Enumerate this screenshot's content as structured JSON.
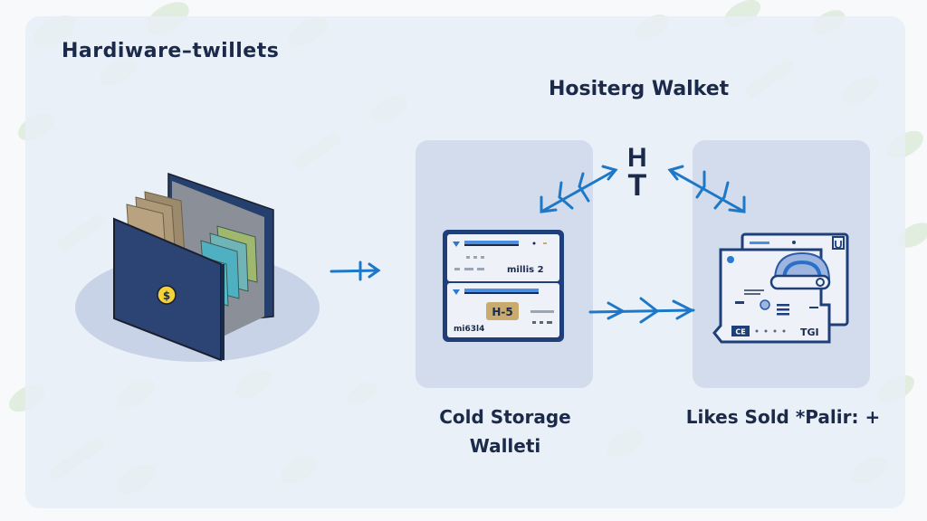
{
  "diagram": {
    "title_left": "Hardiware–twillets",
    "title_middle": "Hositerg Walket",
    "center_glyph_top": "H",
    "center_glyph_bottom": "T",
    "left_illustration": {
      "name": "hardware-wallet-drawer",
      "coin_symbol": "$"
    },
    "cold_storage_card": {
      "label_line1": "Cold Storage",
      "label_line2": "Walleti",
      "top_panel_text": "millis 2",
      "bottom_panel_badge": "H-5",
      "bottom_panel_text": "mi63l4"
    },
    "secure_card": {
      "label": "Likes Sold *Palir: +",
      "tag_text": "CE",
      "corner_text": "TGI"
    },
    "colors": {
      "accent_blue": "#1e78c8",
      "navy": "#1b2a4a",
      "panel_bg": "#d3dced",
      "card_bg": "#e8eef7",
      "gold": "#c9ab6e"
    }
  }
}
